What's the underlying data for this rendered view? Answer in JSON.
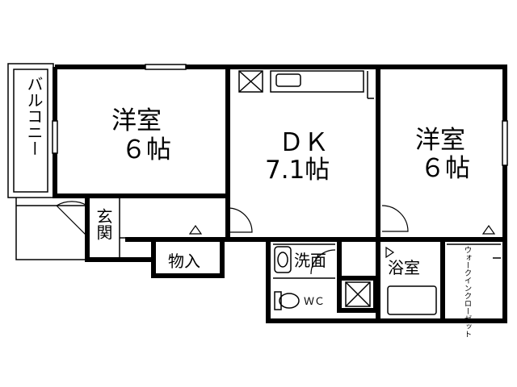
{
  "rooms": {
    "balcony": "バルコニー",
    "western_left": {
      "name": "洋室",
      "size": "６帖"
    },
    "dk": {
      "name": "ＤＫ",
      "size": "7.1帖"
    },
    "western_right": {
      "name": "洋室",
      "size": "６帖"
    },
    "entrance": "玄関",
    "storage": "物入",
    "washroom": "洗面",
    "wc": "ＷＣ",
    "bathroom": "浴室",
    "walk_in_closet": "ウォークインクローゼット"
  }
}
